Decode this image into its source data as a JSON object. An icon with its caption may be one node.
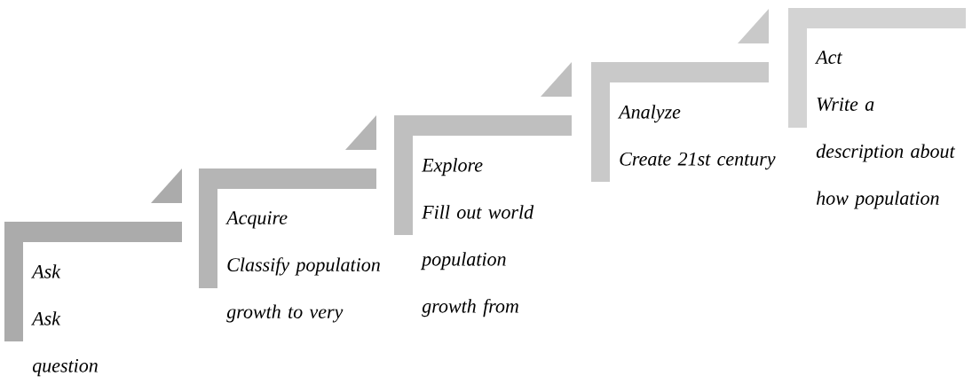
{
  "diagram": {
    "nodes": [
      {
        "text": [
          "Ask",
          "Ask question"
        ]
      },
      {
        "text": [
          "Acquire",
          "Classify population growth to very"
        ]
      },
      {
        "text": [
          "Explore",
          "Fill out world population growth from"
        ]
      },
      {
        "text": [
          "Analyze",
          "Create 21st century"
        ]
      },
      {
        "text": [
          "Act",
          "Write a description about how population"
        ]
      }
    ]
  }
}
